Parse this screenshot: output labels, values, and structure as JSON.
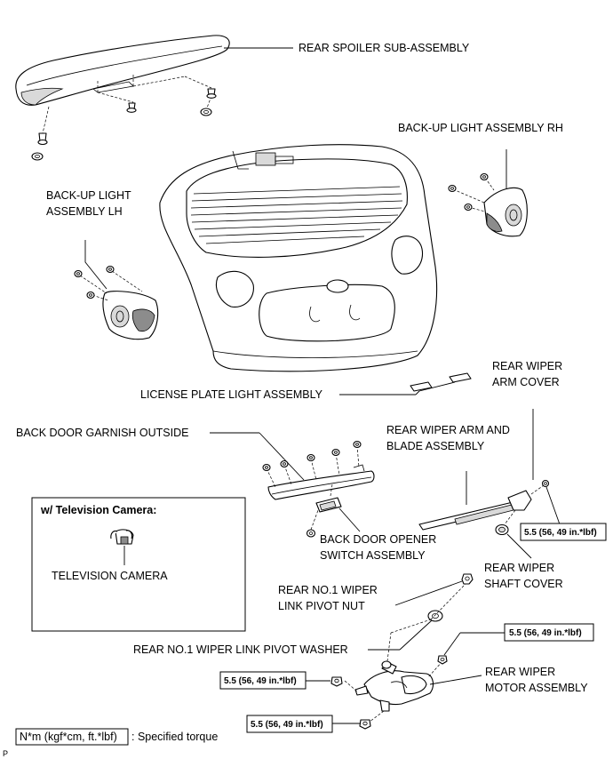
{
  "labels": {
    "rear_spoiler": "REAR SPOILER SUB-ASSEMBLY",
    "backup_rh": "BACK-UP LIGHT ASSEMBLY RH",
    "backup_lh_1": "BACK-UP LIGHT",
    "backup_lh_2": "ASSEMBLY LH",
    "license_plate_light": "LICENSE PLATE LIGHT ASSEMBLY",
    "rear_wiper_arm_cover_1": "REAR WIPER",
    "rear_wiper_arm_cover_2": "ARM COVER",
    "back_door_garnish": "BACK DOOR GARNISH OUTSIDE",
    "rear_wiper_arm_blade_1": "REAR WIPER ARM AND",
    "rear_wiper_arm_blade_2": "BLADE ASSEMBLY",
    "opener_switch_1": "BACK DOOR OPENER",
    "opener_switch_2": "SWITCH ASSEMBLY",
    "rear_wiper_shaft_cover_1": "REAR WIPER",
    "rear_wiper_shaft_cover_2": "SHAFT COVER",
    "pivot_nut_1": "REAR NO.1 WIPER",
    "pivot_nut_2": "LINK PIVOT NUT",
    "pivot_washer": "REAR NO.1 WIPER LINK PIVOT WASHER",
    "wiper_motor_1": "REAR WIPER",
    "wiper_motor_2": "MOTOR ASSEMBLY",
    "tv_box_title": "w/ Television Camera:",
    "tv_camera": "TELEVISION CAMERA",
    "legend_box": "N*m (kgf*cm, ft.*lbf)",
    "legend_text": ": Specified torque",
    "corner_mark": "P"
  },
  "torque": {
    "wiper_arm": "5.5 (56, 49 in.*lbf)",
    "motor_upper": "5.5 (56, 49 in.*lbf)",
    "motor_left": "5.5 (56, 49 in.*lbf)",
    "motor_lower": "5.5 (56, 49 in.*lbf)"
  }
}
